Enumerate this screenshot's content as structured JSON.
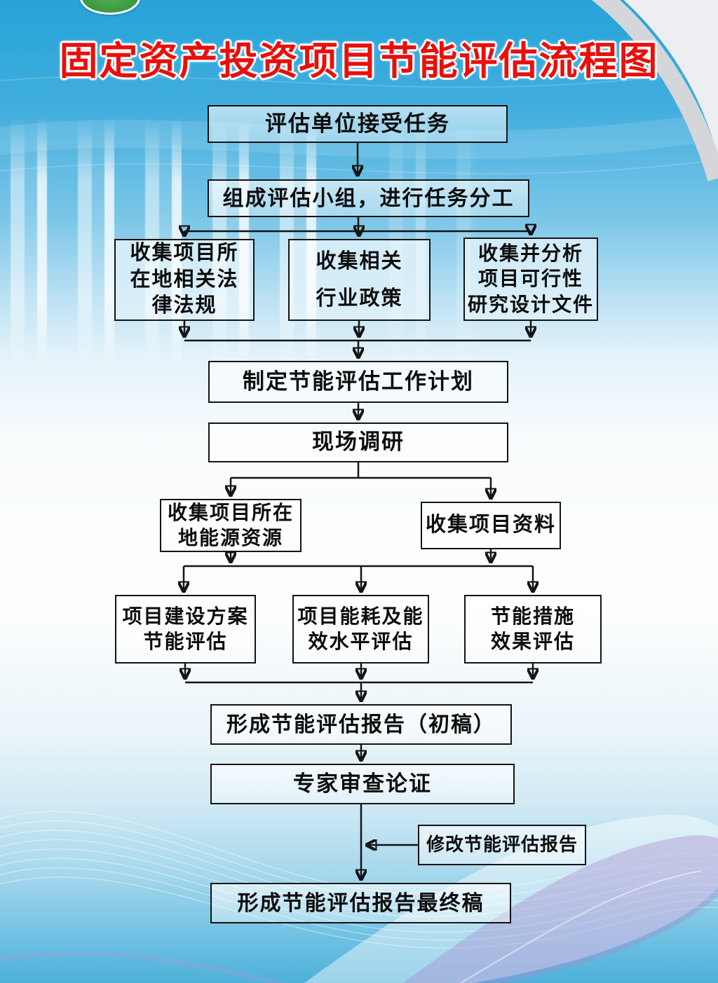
{
  "title": "固定资产投资项目节能评估流程图",
  "flow": {
    "accept_task": "评估单位接受任务",
    "form_team": "组成评估小组，进行任务分工",
    "collect_laws": "收集项目所\n在地相关法\n律法规",
    "collect_policies": "收集相关\n行业政策",
    "collect_feasibility": "收集并分析\n项目可行性\n研究设计文件",
    "make_plan": "制定节能评估工作计划",
    "site_survey": "现场调研",
    "collect_local_energy": "收集项目所在\n地能源资源",
    "collect_project_data": "收集项目资料",
    "eval_construction_plan": "项目建设方案\n节能评估",
    "eval_energy_efficiency": "项目能耗及能\n效水平评估",
    "eval_saving_measures": "节能措施\n效果评估",
    "draft_report": "形成节能评估报告（初稿）",
    "expert_review": "专家审查论证",
    "revise_report": "修改节能评估报告",
    "final_report": "形成节能评估报告最终稿"
  },
  "colors": {
    "title_red": "#e8100c",
    "box_border": "#141414",
    "box_text": "#0d0d0d",
    "background_top_blue": "#2ea7db",
    "background_bottom_blue": "#4db1da",
    "logo_green": "#3da03d",
    "swoosh_gray": "#d4d6da",
    "wave_purple": "#a788cd"
  }
}
